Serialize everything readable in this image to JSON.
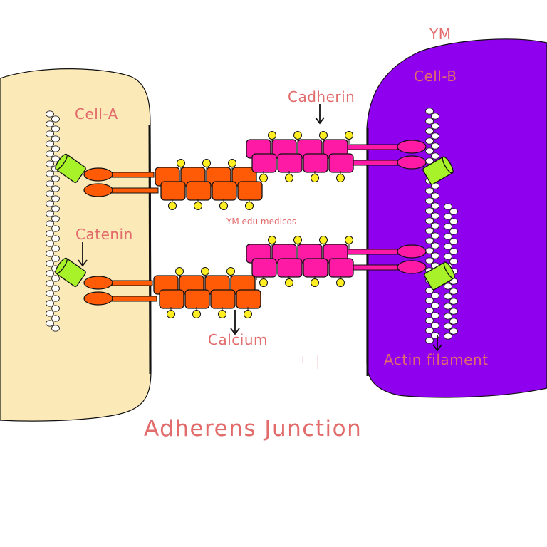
{
  "diagram": {
    "watermark": "YM",
    "cell_a_label": "Cell-A",
    "cell_b_label": "Cell-B",
    "cadherin_label": "Cadherin",
    "catenin_label": "Catenin",
    "calcium_label": "Calcium",
    "actin_label": "Actin filament",
    "center_watermark": "YM edu medicos",
    "title": "Adherens Junction"
  },
  "colors": {
    "cell_a_fill": "#fbeab8",
    "cell_b_fill": "#8f00ee",
    "cadherin_a": "#ff5a06",
    "cadherin_b": "#ff1aa6",
    "catenin": "#a8f22a",
    "calcium": "#ffee22",
    "actin": "#ffffff",
    "label": "#e26b6b"
  }
}
